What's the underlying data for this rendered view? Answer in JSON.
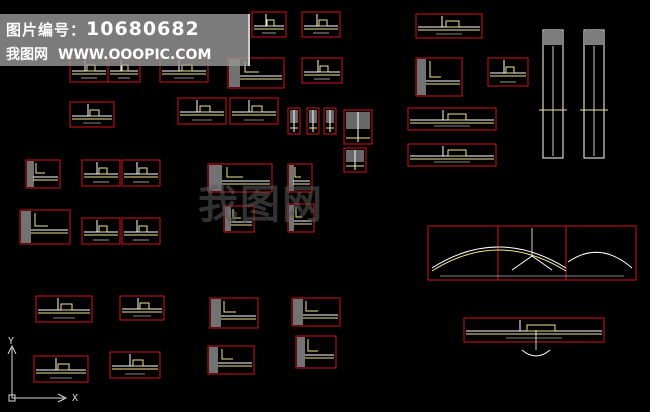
{
  "banner": {
    "title": "图片编号：",
    "id": "10680682",
    "site_name": "我图网",
    "site_url": "WWW.OOOPIC.COM"
  },
  "watermark": "我图网",
  "ucs": {
    "x_label": "X",
    "y_label": "Y"
  },
  "colors": {
    "background": "#000000",
    "frame": "#d0141a",
    "detail": "#ffffff",
    "accent": "#f0e68c",
    "concrete": "#cfcfcf"
  }
}
